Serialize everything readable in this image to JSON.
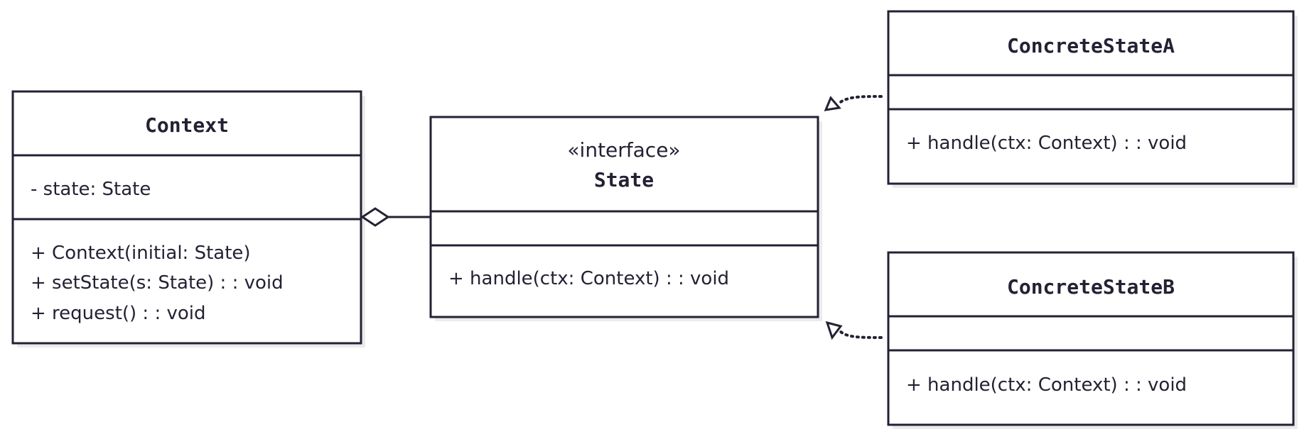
{
  "diagram": {
    "classes": {
      "context": {
        "name": "Context",
        "attributes": [
          "- state: State"
        ],
        "operations": [
          "+ Context(initial: State)",
          "+ setState(s: State) : : void",
          "+ request() : : void"
        ]
      },
      "state": {
        "stereotype": "«interface»",
        "name": "State",
        "attributes": [],
        "operations": [
          "+ handle(ctx: Context) : : void"
        ]
      },
      "concreteStateA": {
        "name": "ConcreteStateA",
        "attributes": [],
        "operations": [
          "+ handle(ctx: Context) : : void"
        ]
      },
      "concreteStateB": {
        "name": "ConcreteStateB",
        "attributes": [],
        "operations": [
          "+ handle(ctx: Context) : : void"
        ]
      }
    },
    "relations": [
      {
        "type": "aggregation",
        "from": "Context",
        "to": "State"
      },
      {
        "type": "realization",
        "from": "ConcreteStateA",
        "to": "State"
      },
      {
        "type": "realization",
        "from": "ConcreteStateB",
        "to": "State"
      }
    ],
    "colors": {
      "line": "#232234",
      "fill": "#ffffff",
      "shadow": "#ebebeb"
    }
  }
}
